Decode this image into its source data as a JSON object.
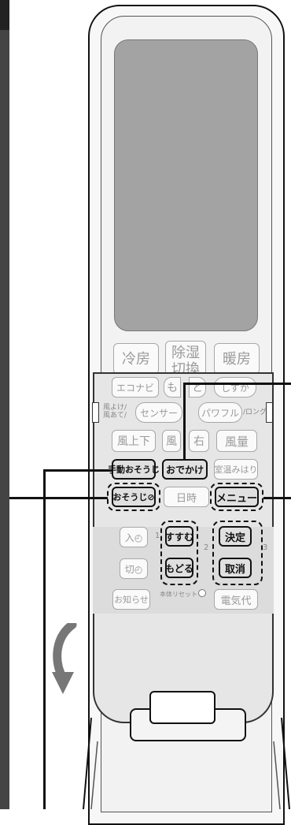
{
  "mode_buttons": {
    "cool": "冷房",
    "dehumid_top": "除湿",
    "dehumid_bottom": "切換",
    "heat": "暖房"
  },
  "row1": {
    "eco": "エコナビ",
    "mo": "も",
    "to": "と",
    "quiet": "しずか"
  },
  "row2": {
    "wind_label_top": "風よけ/",
    "wind_label_bottom": "風あて/",
    "sensor": "センサー",
    "powerful": "パワフル",
    "long": "/ロング"
  },
  "row3": {
    "up_down": "風上下",
    "left_char": "風",
    "right_char": "右",
    "volume": "風量"
  },
  "row4": {
    "manual_clean": "手動おそうじ",
    "odekake": "おでかけ",
    "room_temp": "室温みはり"
  },
  "row5": {
    "auto_clean": "おそうじ⊘",
    "date": "日",
    "time": "時",
    "menu": "メニュー"
  },
  "row6": {
    "on_timer": "入◴",
    "susumu": "すすむ",
    "kettei": "決定"
  },
  "row7": {
    "off_timer": "切◴",
    "modoru": "もどる",
    "torikeshi": "取消"
  },
  "row8": {
    "notice": "お知らせ",
    "reset": "本体リセット",
    "electricity": "電気代"
  },
  "step_numbers": {
    "one": "1",
    "two": "2",
    "three": "3"
  },
  "colors": {
    "screen": "#a3a3a3",
    "panel": "#e6e6e6",
    "highlight_border": "#111111"
  }
}
